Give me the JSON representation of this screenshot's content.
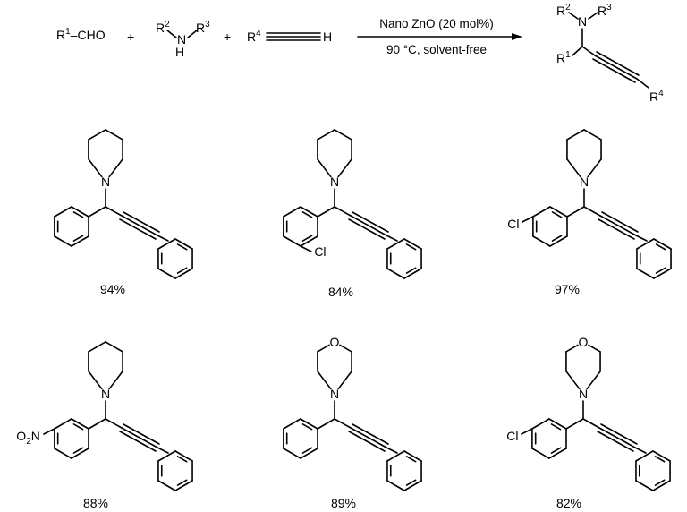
{
  "reaction": {
    "aldehyde": {
      "prefix": "R",
      "sup": "1",
      "suffix": "–CHO"
    },
    "plus": "+",
    "amine": {
      "r2": "R",
      "r2_sup": "2",
      "r3": "R",
      "r3_sup": "3",
      "n": "N",
      "h": "H"
    },
    "alkyne": {
      "r4": "R",
      "r4_sup": "4",
      "h": "H"
    },
    "catalyst": "Nano ZnO (20 mol%)",
    "conditions": "90 °C, solvent-free",
    "product": {
      "r1": "R",
      "r1_sup": "1",
      "r2": "R",
      "r2_sup": "2",
      "r3": "R",
      "r3_sup": "3",
      "r4": "R",
      "r4_sup": "4",
      "n": "N"
    }
  },
  "compounds": [
    {
      "amine": "piperidine",
      "aryl_sub": "none",
      "yield": "94%"
    },
    {
      "amine": "piperidine",
      "aryl_sub": "ortho-Cl",
      "yield": "84%"
    },
    {
      "amine": "piperidine",
      "aryl_sub": "para-Cl",
      "yield": "97%"
    },
    {
      "amine": "piperidine",
      "aryl_sub": "para-NO2",
      "yield": "88%"
    },
    {
      "amine": "morpholine",
      "aryl_sub": "none",
      "yield": "89%"
    },
    {
      "amine": "morpholine",
      "aryl_sub": "para-Cl",
      "yield": "82%"
    }
  ],
  "atoms": {
    "n": "N",
    "o": "O",
    "cl": "Cl",
    "no2_o": "O",
    "no2_sub": "2",
    "no2_n": "N"
  }
}
